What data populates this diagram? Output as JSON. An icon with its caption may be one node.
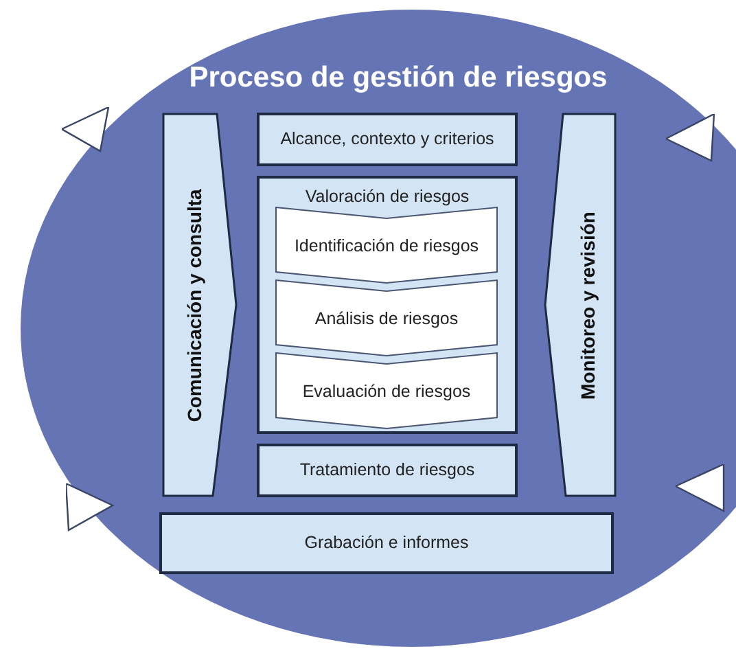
{
  "diagram": {
    "nodes": [
      {
        "text": [
          "Proceso de gestión de riesgos"
        ]
      },
      {
        "text": [
          "Comunicación y consulta"
        ],
        "in": 0
      },
      {
        "text": [
          "Alcance, contexto y criterios"
        ],
        "in": 0
      },
      {
        "text": [
          "Valoración de riesgos"
        ],
        "in": 0
      },
      {
        "text": [
          "Identificación de riesgos"
        ],
        "in": 3
      },
      {
        "text": [
          "Análisis de riesgos"
        ],
        "in": 3
      },
      {
        "text": [
          "Evaluación de riesgos"
        ],
        "in": 3
      },
      {
        "text": [
          "Tratamiento de riesgos"
        ],
        "in": 0
      },
      {
        "text": [
          "Monitoreo y revisión"
        ],
        "in": 0
      },
      {
        "text": [
          "Grabación e informes"
        ],
        "in": 0
      }
    ]
  }
}
